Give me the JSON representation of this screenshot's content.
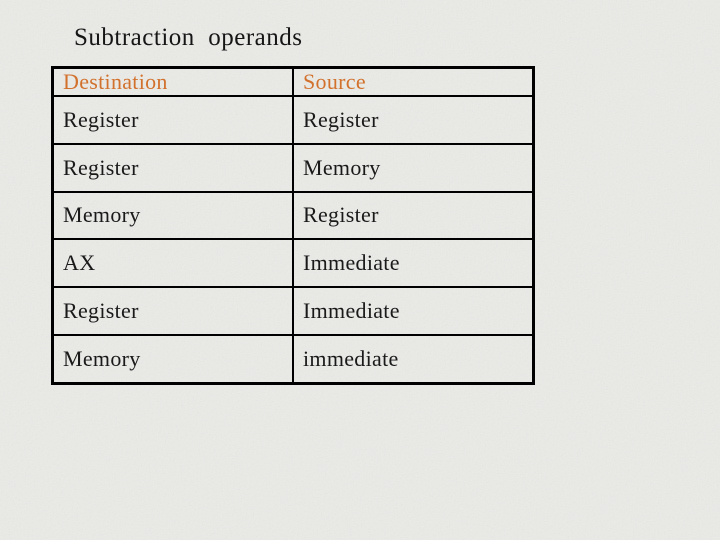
{
  "slide": {
    "title": "Subtraction  operands",
    "table": {
      "columns": [
        "Destination",
        "Source"
      ],
      "rows": [
        [
          "Register",
          "Register"
        ],
        [
          "Register",
          "Memory"
        ],
        [
          "Memory",
          "Register"
        ],
        [
          "AX",
          "Immediate"
        ],
        [
          "Register",
          "Immediate"
        ],
        [
          "Memory",
          "immediate"
        ]
      ]
    },
    "colors": {
      "background": "#EBEBE8",
      "header_text": "#D2712C",
      "body_text": "#1A1A1A",
      "table_border": "#000000"
    }
  }
}
